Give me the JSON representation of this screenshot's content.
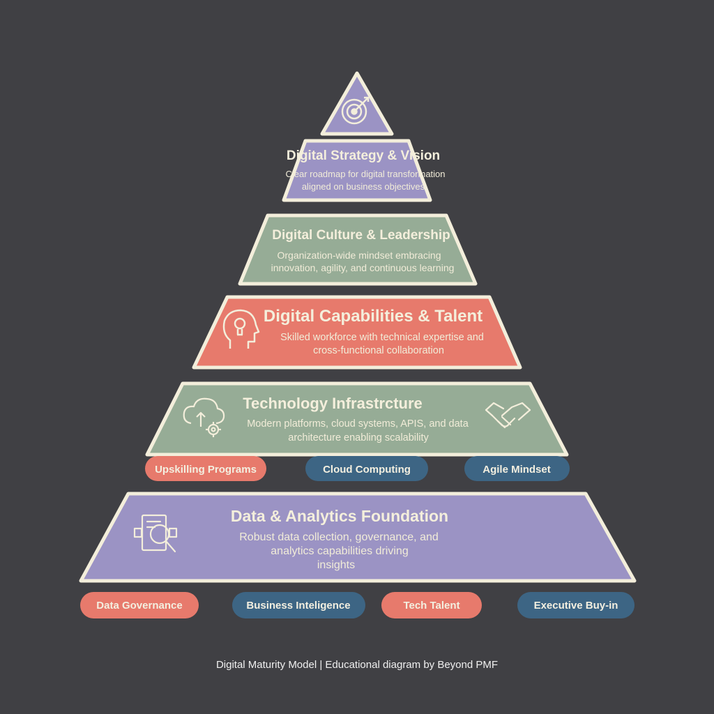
{
  "colors": {
    "background": "#404044",
    "outline": "#f3eedb",
    "purple": "#9b93c4",
    "green": "#96ac96",
    "coral": "#e77a6c",
    "blue": "#3d6584",
    "pill_text": "#f3efe0"
  },
  "levels": [
    {
      "title": "Digital Strategy & Vision",
      "desc_lines": [
        "Clear roadmap for digital transformation",
        "aligned on business objectives"
      ],
      "color": "#9b93c4",
      "icon": "target-icon"
    },
    {
      "title": "Digital Culture & Leadership",
      "desc_lines": [
        "Organization-wide mindset embracing",
        "innovation, agility, and continuous learning"
      ],
      "color": "#96ac96",
      "icon": ""
    },
    {
      "title": "Digital Capabilities & Talent",
      "desc_lines": [
        "Skilled workforce with technical expertise and",
        "cross-functional collaboration"
      ],
      "color": "#e77a6c",
      "icon": "head-lightbulb-icon"
    },
    {
      "title": "Technology Infrastrcture",
      "desc_lines": [
        "Modern platforms, cloud systems, APIS, and data",
        "architecture enabling scalability"
      ],
      "color": "#96ac96",
      "icon": "cloud-gear-icon",
      "icon_right": "handshake-icon"
    },
    {
      "title": "Data & Analytics Foundation",
      "desc_lines": [
        "Robust data collection, governance, and",
        "analytics capabilities driving",
        "insights"
      ],
      "color": "#9b93c4",
      "icon": "data-search-icon"
    }
  ],
  "pills_row1": [
    {
      "label": "Upskilling Programs",
      "color": "#e77a6c"
    },
    {
      "label": "Cloud Computing",
      "color": "#3d6584"
    },
    {
      "label": "Agile Mindset",
      "color": "#3d6584"
    }
  ],
  "pills_row2": [
    {
      "label": "Data Governance",
      "color": "#e77a6c"
    },
    {
      "label": "Business Inteligence",
      "color": "#3d6584"
    },
    {
      "label": "Tech Talent",
      "color": "#e77a6c"
    },
    {
      "label": "Executive Buy-in",
      "color": "#3d6584"
    }
  ],
  "footer": "Digital Maturity Model | Educational diagram by Beyond PMF"
}
